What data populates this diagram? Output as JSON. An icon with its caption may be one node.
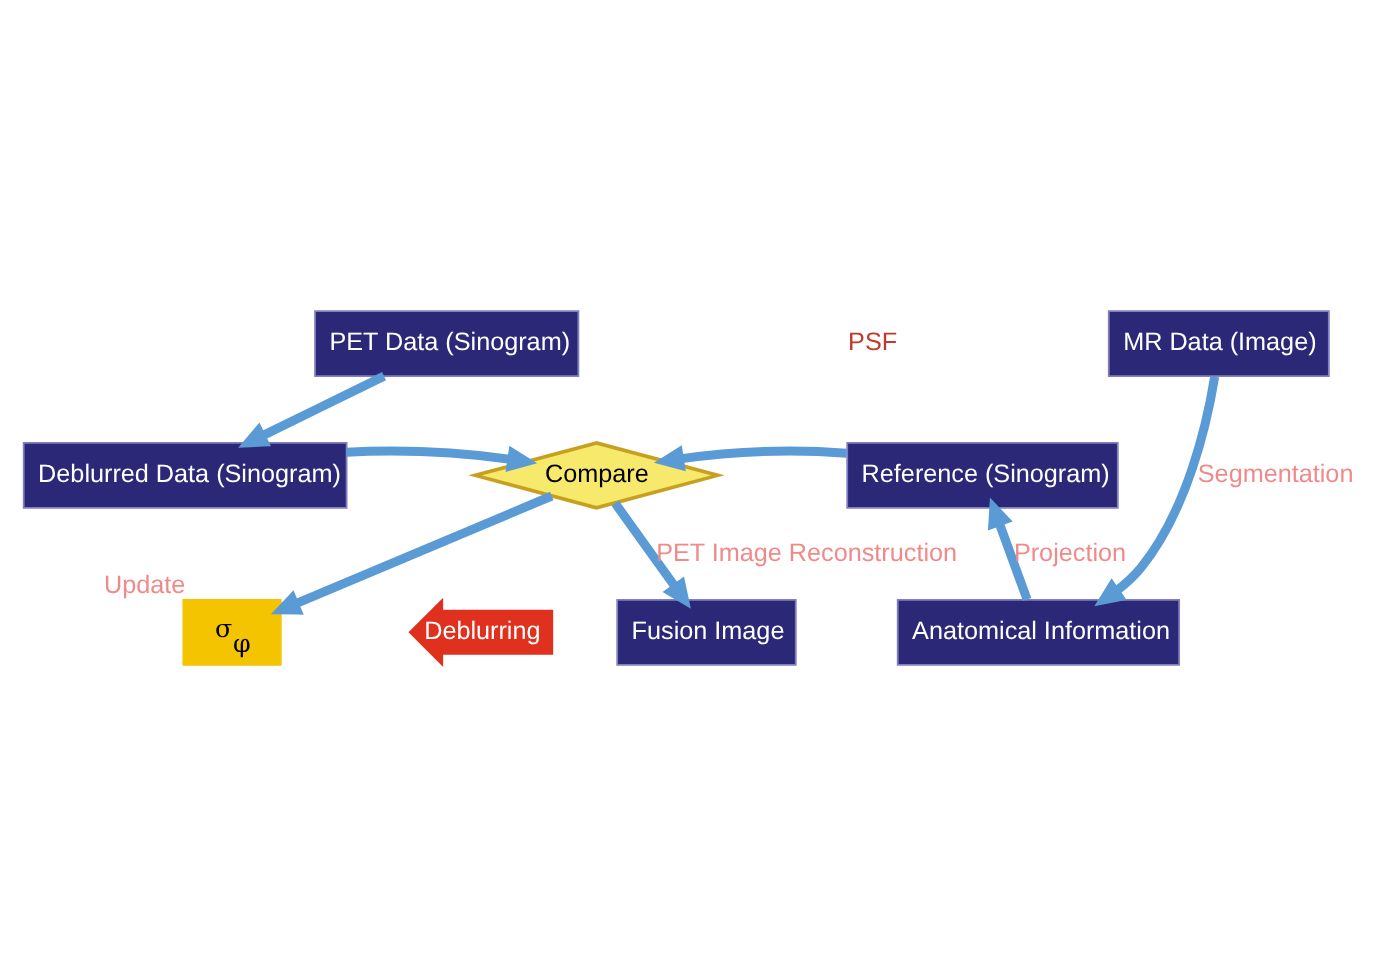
{
  "diagram": {
    "nodes": [
      {
        "text": [
          "PET Data (Sinogram)"
        ]
      },
      {
        "text": [
          "PSF"
        ]
      },
      {
        "text": [
          "MR Data (Image)"
        ]
      },
      {
        "text": [
          "Deblurring"
        ]
      },
      {
        "text": [
          "σ$_{φ}$"
        ],
        "beside": [
          "Update"
        ]
      },
      {
        "text": [
          "Anatomical Information"
        ]
      },
      {
        "text": [
          "Deblurred Data (Sinogram)"
        ]
      },
      {
        "text": [
          "Compare"
        ]
      },
      {
        "text": [
          "Reference (Sinogram)"
        ]
      },
      {
        "text": [
          "Fusion Image"
        ]
      }
    ],
    "edges": [
      {
        "from": 0,
        "to": 6,
        "arrow": "to"
      },
      {
        "from": 2,
        "to": 5,
        "arrow": "to",
        "label": "Segmentation"
      },
      {
        "from": 5,
        "to": 8,
        "arrow": "to",
        "label": "Projection"
      },
      {
        "from": 6,
        "to": 7,
        "arrow": "to"
      },
      {
        "from": 8,
        "to": 7,
        "arrow": "to"
      },
      {
        "from": 7,
        "to": 4,
        "arrow": "to"
      },
      {
        "from": 7,
        "to": 9,
        "arrow": "to",
        "label": "PET Image Reconstruction"
      }
    ]
  }
}
